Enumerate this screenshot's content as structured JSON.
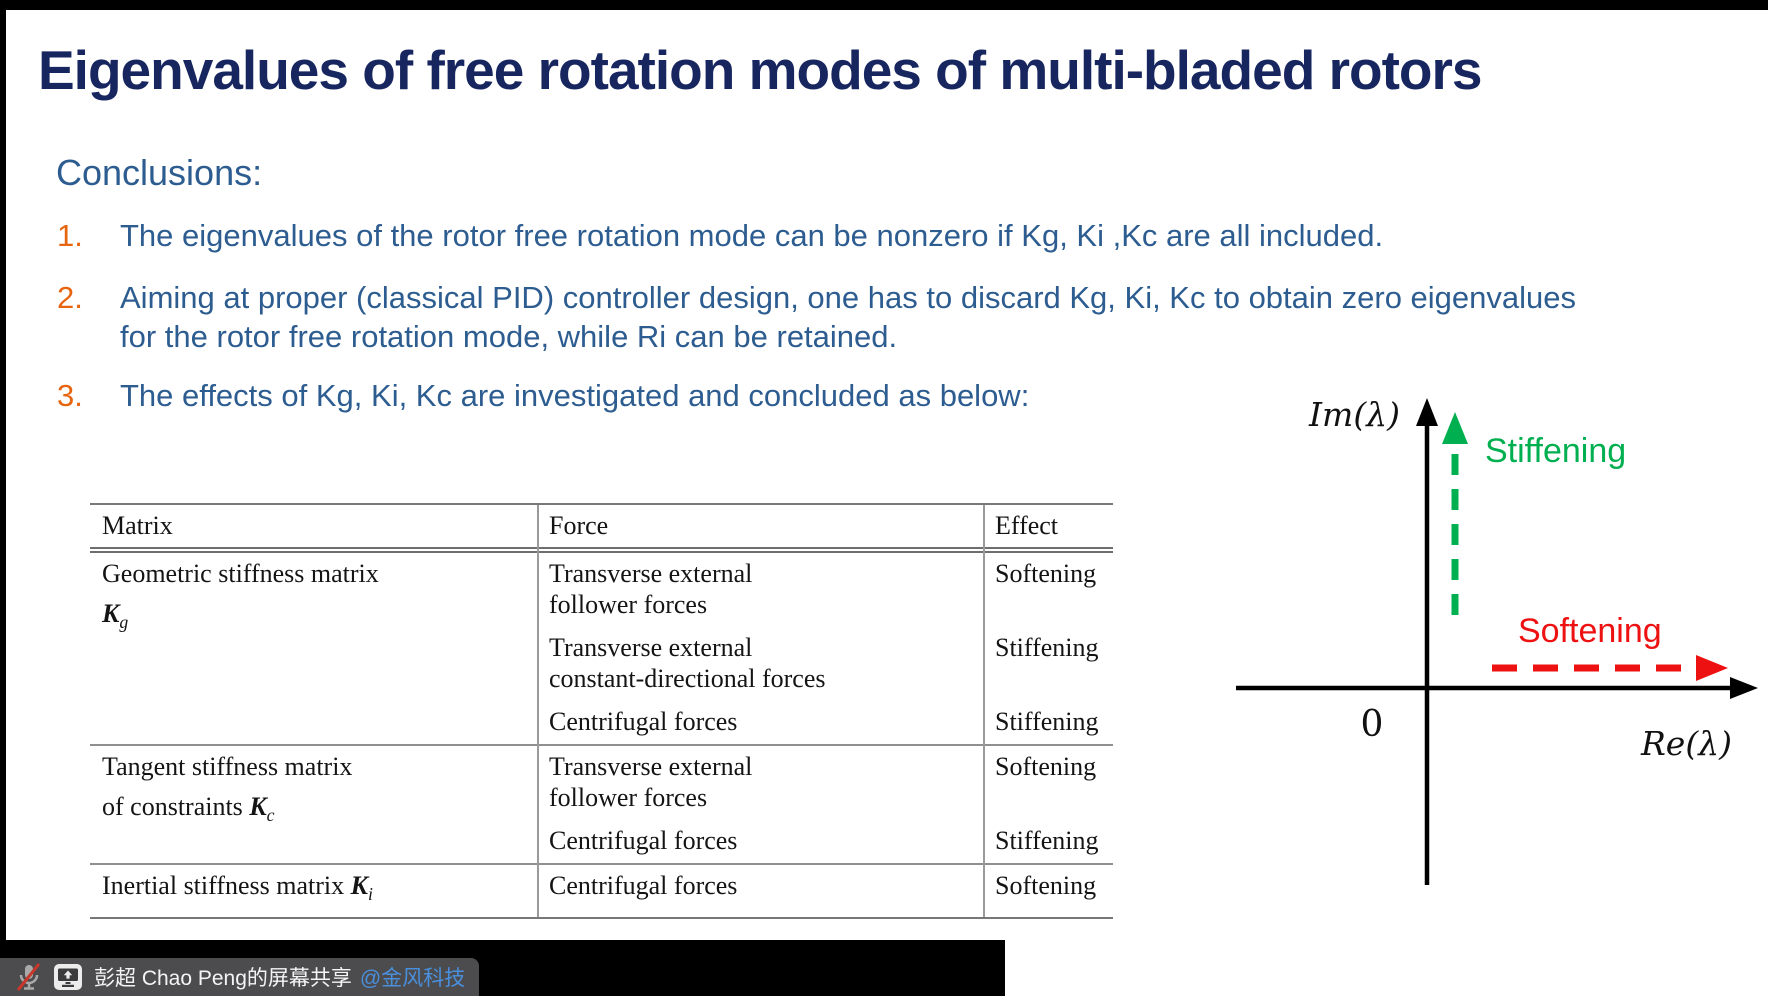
{
  "slide": {
    "title": "Eigenvalues of free rotation modes of multi-bladed rotors",
    "conclusions_heading": "Conclusions:",
    "items": [
      {
        "num": "1.",
        "text": "The eigenvalues of the rotor free rotation mode can be nonzero if Kg, Ki ,Kc are all included."
      },
      {
        "num": "2.",
        "text": "Aiming at proper (classical PID) controller design, one has to discard Kg, Ki, Kc to obtain zero eigenvalues for the rotor free rotation mode, while Ri can be retained."
      },
      {
        "num": "3.",
        "text": "The effects of Kg, Ki, Kc are investigated and concluded as below:"
      }
    ],
    "colors": {
      "title_navy": "#17265f",
      "body_blue": "#2d5d90",
      "number_orange": "#e8650f"
    }
  },
  "table": {
    "headers": [
      "Matrix",
      "Force",
      "Effect"
    ],
    "groups": [
      {
        "matrix": {
          "line1_text": "Geometric stiffness matrix",
          "line2_symbol": "K",
          "line2_sub": "g"
        },
        "entries": [
          {
            "force_lines": [
              "Transverse external",
              "follower forces"
            ],
            "effect": "Softening"
          },
          {
            "force_lines": [
              "Transverse external",
              "constant-directional forces"
            ],
            "effect": "Stiffening"
          },
          {
            "force_lines": [
              "Centrifugal forces"
            ],
            "effect": "Stiffening"
          }
        ]
      },
      {
        "matrix": {
          "line1_text": "Tangent stiffness matrix",
          "line2_text": "of constraints ",
          "line2_symbol": "K",
          "line2_sub": "c"
        },
        "entries": [
          {
            "force_lines": [
              "Transverse external",
              "follower forces"
            ],
            "effect": "Softening"
          },
          {
            "force_lines": [
              "Centrifugal forces"
            ],
            "effect": "Stiffening"
          }
        ]
      },
      {
        "matrix": {
          "line1_text": "Inertial stiffness matrix ",
          "line1_symbol": "K",
          "line1_sub": "i"
        },
        "entries": [
          {
            "force_lines": [
              "Centrifugal forces"
            ],
            "effect": "Softening"
          }
        ]
      }
    ]
  },
  "diagram": {
    "im_axis_label": "Im(λ)",
    "re_axis_label": "Re(λ)",
    "origin_label": "0",
    "stiffening_label": "Stiffening",
    "softening_label": "Softening",
    "stiffening_color": "#00b050",
    "softening_color": "#ee1111"
  },
  "share_bar": {
    "presenter_text": "彭超 Chao Peng的屏幕共享",
    "mention": "@金风科技",
    "mention_color": "#4a8fdc",
    "icons": [
      "muted-mic-icon",
      "screen-share-monitor-icon"
    ]
  }
}
